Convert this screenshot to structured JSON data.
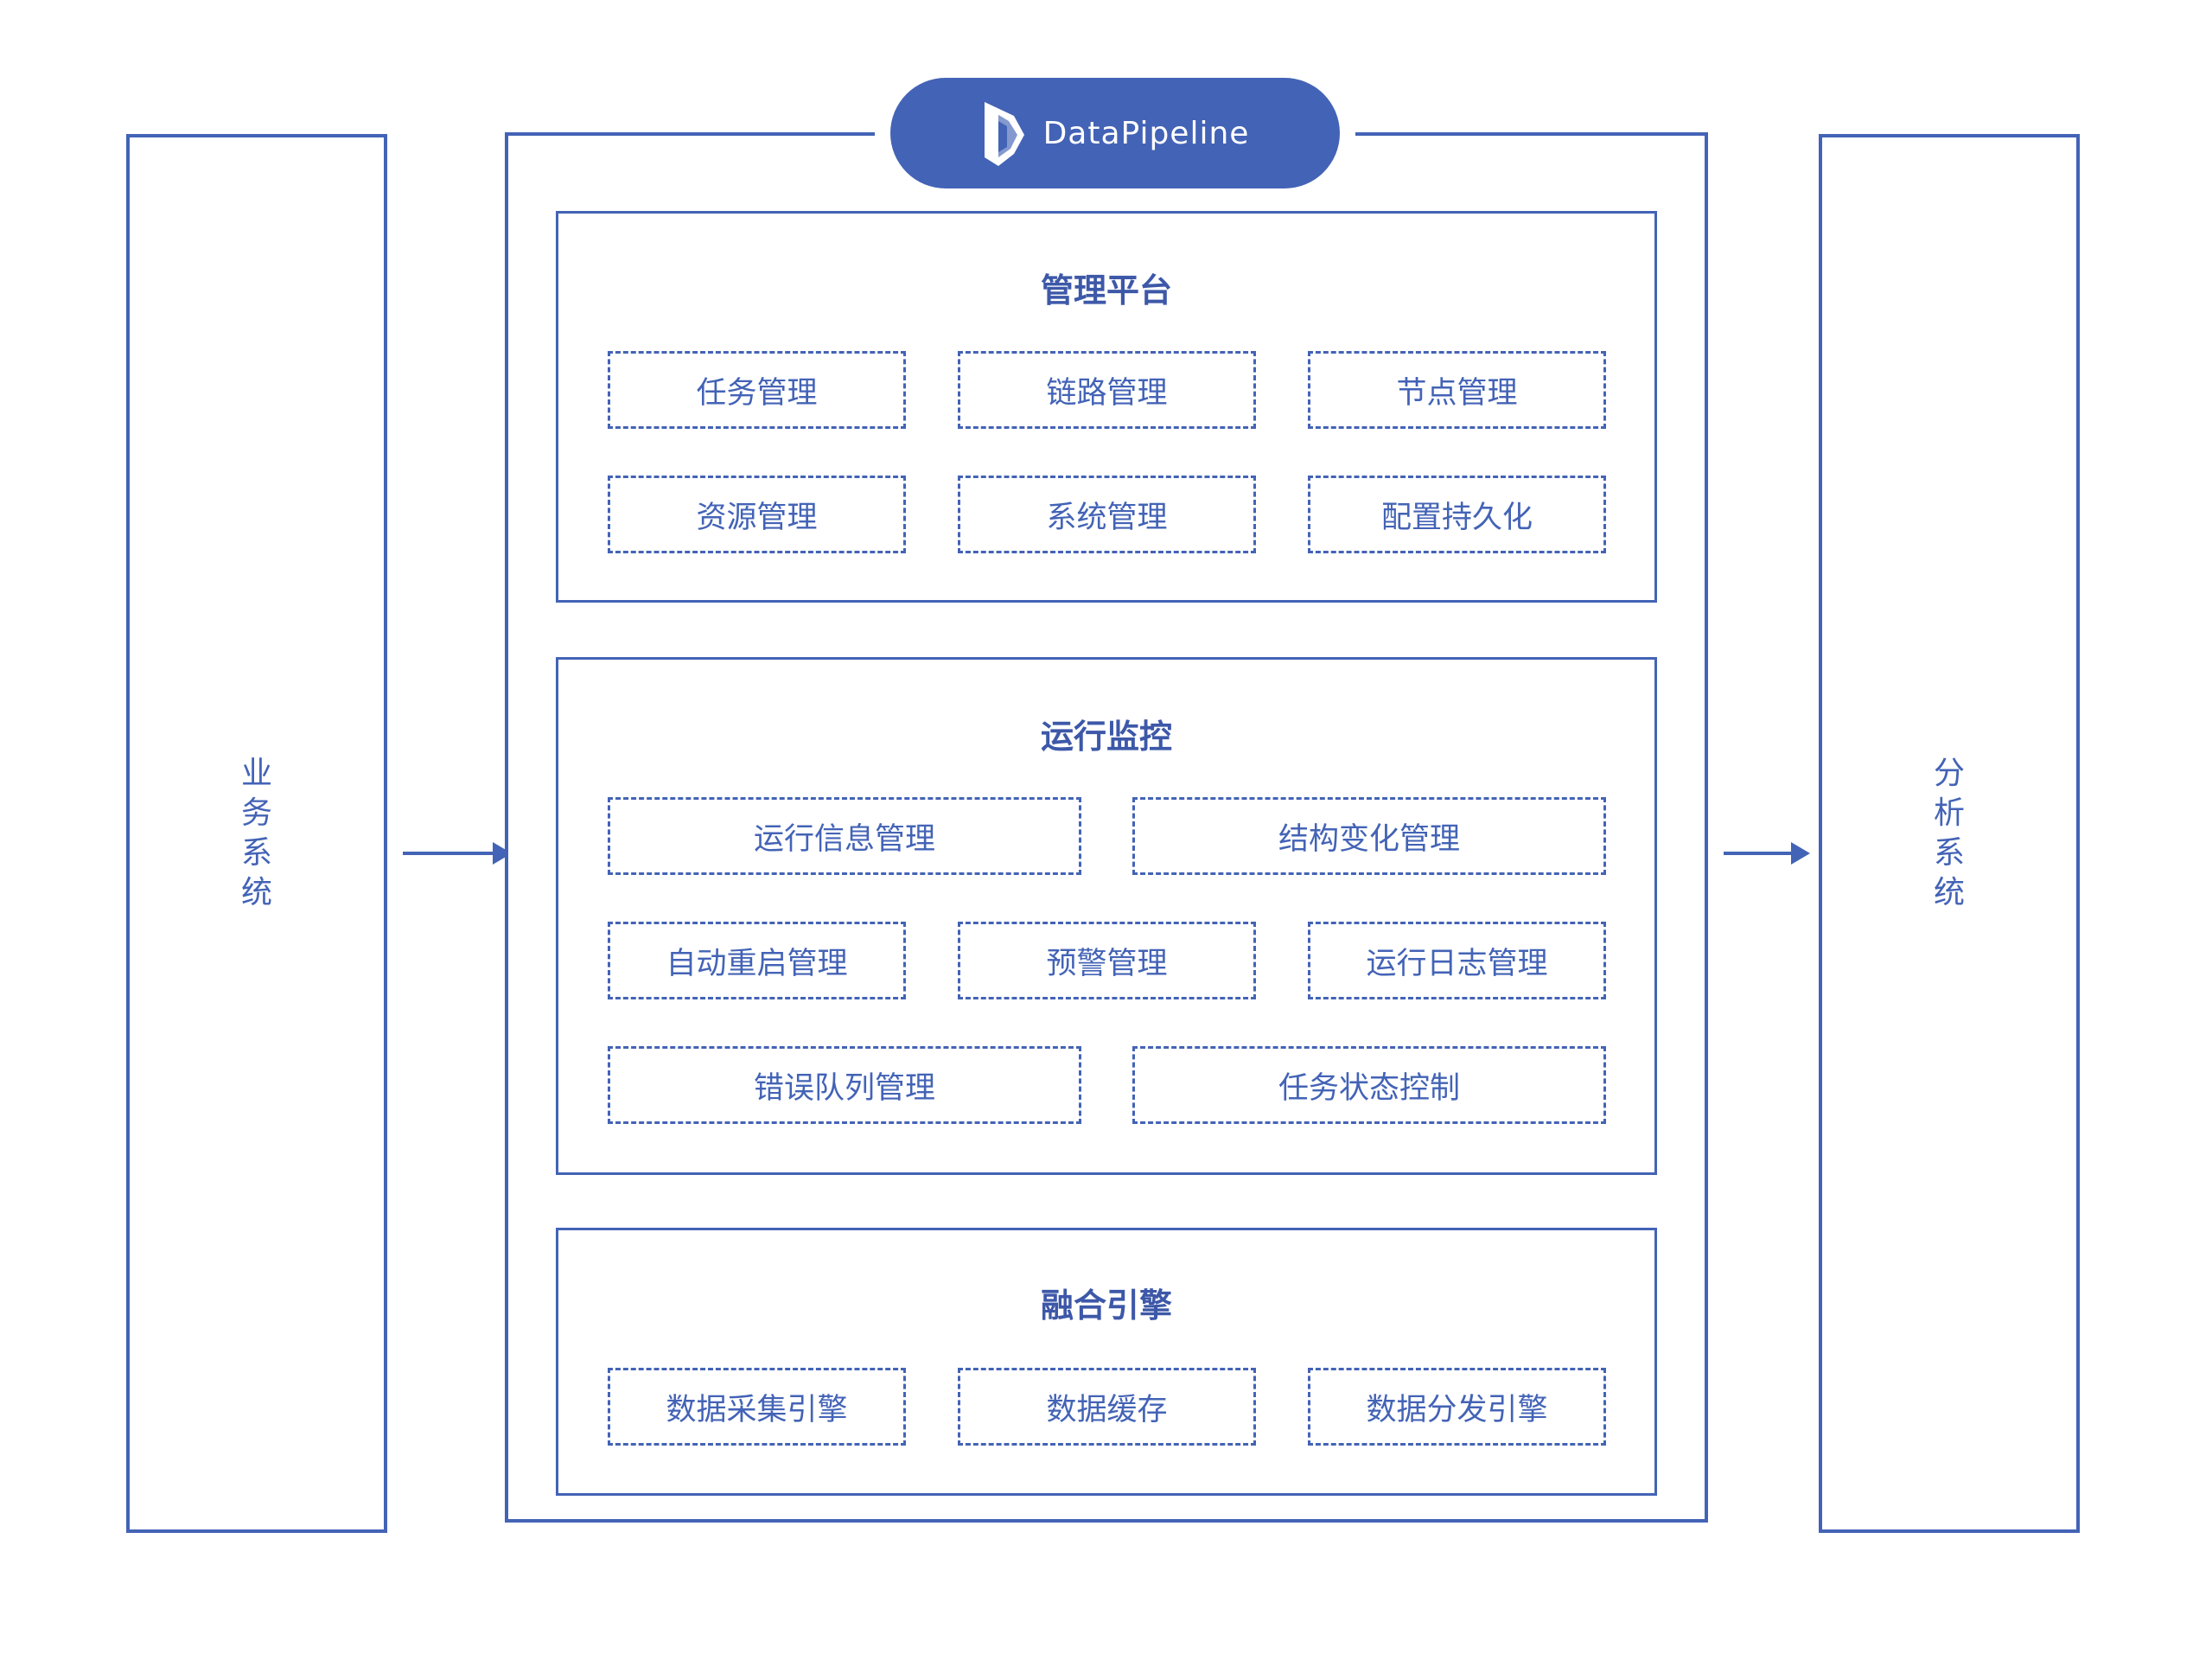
{
  "left_system": {
    "label": [
      "业",
      "务",
      "系",
      "统"
    ]
  },
  "right_system": {
    "label": [
      "分",
      "析",
      "系",
      "统"
    ]
  },
  "brand": {
    "name": "DataPipeline"
  },
  "sections": {
    "management": {
      "title": "管理平台",
      "items": [
        "任务管理",
        "链路管理",
        "节点管理",
        "资源管理",
        "系统管理",
        "配置持久化"
      ]
    },
    "monitoring": {
      "title": "运行监控",
      "items": [
        "运行信息管理",
        "结构变化管理",
        "自动重启管理",
        "预警管理",
        "运行日志管理",
        "错误队列管理",
        "任务状态控制"
      ]
    },
    "engine": {
      "title": "融合引擎",
      "items": [
        "数据采集引擎",
        "数据缓存",
        "数据分发引擎"
      ]
    }
  },
  "colors": {
    "primary": "#4363b6",
    "background": "#ffffff"
  }
}
